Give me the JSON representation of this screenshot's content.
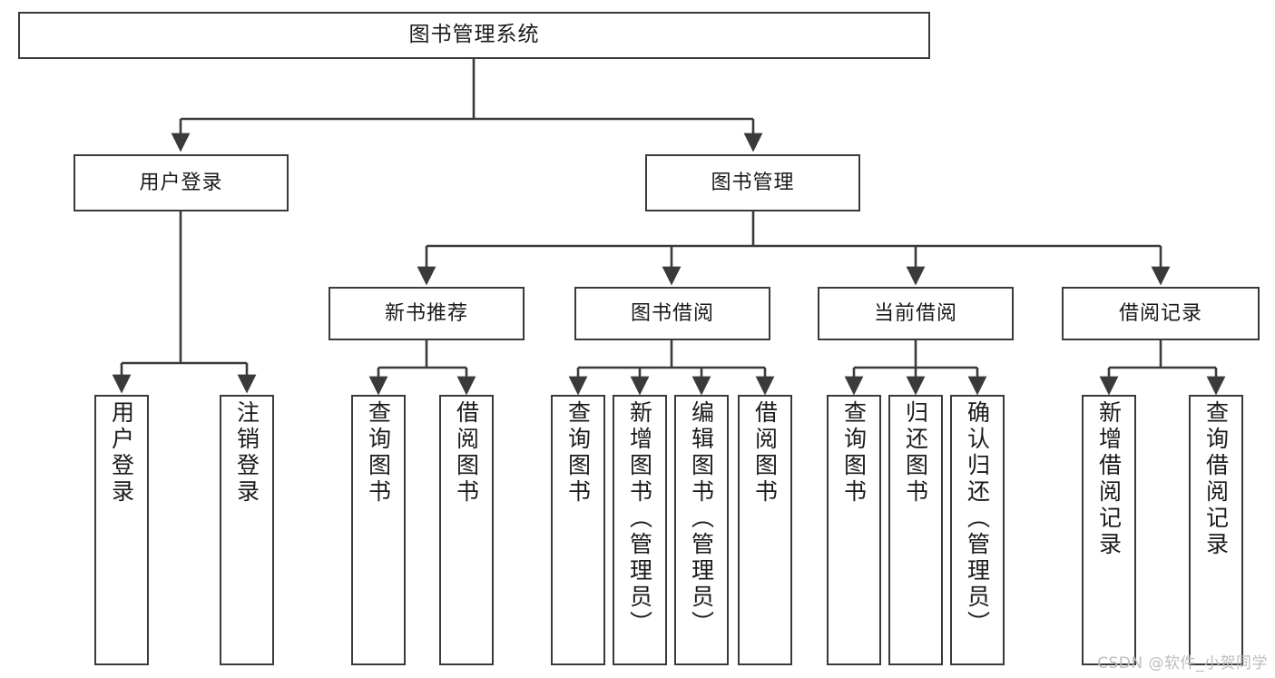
{
  "diagram": {
    "title": "图书管理系统",
    "type": "hierarchy-tree",
    "edge_color": "#3a3a3a",
    "box_border_color": "#3a3a3a",
    "background_color": "#ffffff"
  },
  "nodes": {
    "root": {
      "label": "图书管理系统"
    },
    "level2": [
      {
        "label": "用户登录"
      },
      {
        "label": "图书管理"
      }
    ],
    "level3": [
      {
        "label": "新书推荐"
      },
      {
        "label": "图书借阅"
      },
      {
        "label": "当前借阅"
      },
      {
        "label": "借阅记录"
      }
    ],
    "leaves": [
      {
        "label": "用户登录"
      },
      {
        "label": "注销登录"
      },
      {
        "label": "查询图书"
      },
      {
        "label": "借阅图书"
      },
      {
        "label": "查询图书"
      },
      {
        "label": "新增图书（管理员）"
      },
      {
        "label": "编辑图书（管理员）"
      },
      {
        "label": "借阅图书"
      },
      {
        "label": "查询图书"
      },
      {
        "label": "归还图书"
      },
      {
        "label": "确认归还（管理员）"
      },
      {
        "label": "新增借阅记录"
      },
      {
        "label": "查询借阅记录"
      }
    ]
  },
  "watermark": {
    "text": "CSDN @软件_小贺同学"
  }
}
